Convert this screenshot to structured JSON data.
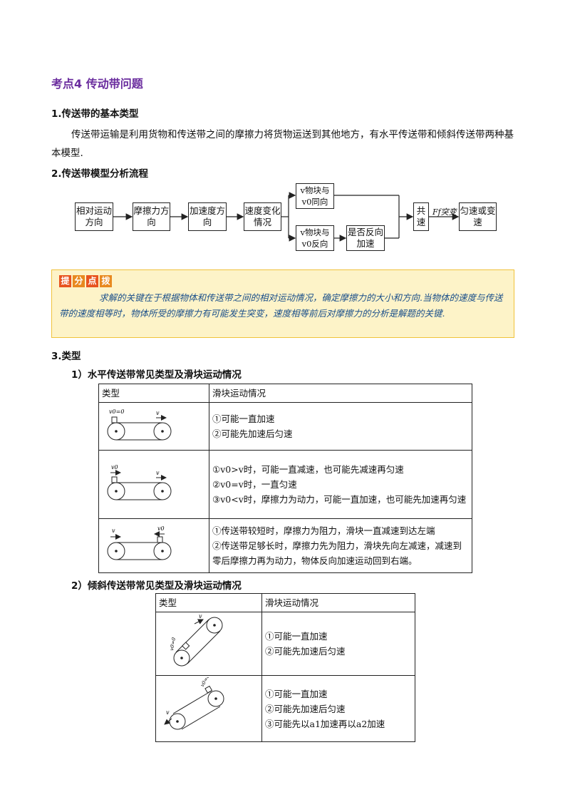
{
  "title": "考点4  传动带问题",
  "section1": {
    "heading": "1.传送带的基本类型",
    "paragraph": "传送带运输是利用货物和传送带之间的摩擦力将货物运送到其他地方，有水平传送带和倾斜传送带两种基本模型."
  },
  "section2": {
    "heading": "2.传送带模型分析流程",
    "flow": {
      "b1": "相对运动方向",
      "b2": "摩擦力方向",
      "b3": "加速度方向",
      "b4": "速度变化情况",
      "upper": "v物块与v0同向",
      "lower": "v物块与v0反向",
      "reverse": "是否反向加速",
      "gongsu": "共速",
      "f_change": "Ff突变",
      "result": "匀速或变速"
    }
  },
  "tip": {
    "badges": [
      "提",
      "分",
      "点",
      "拨"
    ],
    "text": "求解的关键在于根据物体和传送带之间的相对运动情况，确定摩擦力的大小和方向.当物体的速度与传送带的速度相等时，物体所受的摩擦力有可能发生突变，速度相等前后对摩擦力的分析是解题的关键."
  },
  "section3": {
    "heading": "3.类型",
    "sub1": {
      "heading": "1）水平传送带常见类型及滑块运动情况",
      "col1": "类型",
      "col2": "滑块运动情况",
      "rows": [
        {
          "fig": {
            "a": "v0=0",
            "b": "v"
          },
          "lines": [
            "①可能一直加速",
            "②可能先加速后匀速"
          ]
        },
        {
          "fig": {
            "a": "v0",
            "b": "v"
          },
          "lines": [
            "①v0>v时，可能一直减速，也可能先减速再匀速",
            "②v0=v时，一直匀速",
            "③v0<v时，摩擦力为动力，可能一直加速，也可能先加速再匀速"
          ]
        },
        {
          "fig": {
            "a": "v",
            "b": "v0"
          },
          "lines": [
            "①传送带较短时，摩擦力为阻力，滑块一直减速到达左端",
            "②传送带足够长时，摩擦力先为阻力，滑块先向左减速，减速到零后摩擦力再为动力，物体反向加速运动回到右端。"
          ]
        }
      ]
    },
    "sub2": {
      "heading": "2）倾斜传送带常见类型及滑块运动情况",
      "col1": "类型",
      "col2": "滑块运动情况",
      "rows": [
        {
          "fig": {
            "a": "v",
            "b": "v0=0"
          },
          "lines": [
            "①可能一直加速",
            "②可能先加速后匀速"
          ]
        },
        {
          "fig": {
            "a": "v0=0",
            "b": "v"
          },
          "lines": [
            "①可能一直加速",
            "②可能先加速后匀速",
            "③可能先以a1加速再以a2加速"
          ]
        }
      ]
    }
  }
}
